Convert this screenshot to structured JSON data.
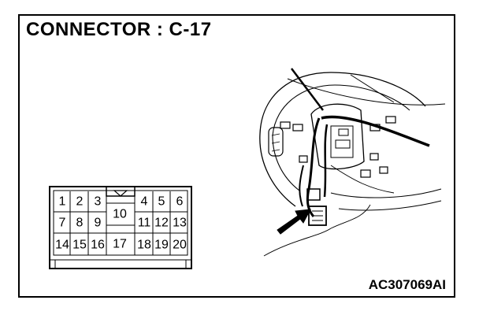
{
  "title": "CONNECTOR : C-17",
  "figure_code": "AC307069AI",
  "pins": {
    "p1": "1",
    "p2": "2",
    "p3": "3",
    "p4": "4",
    "p5": "5",
    "p6": "6",
    "p7": "7",
    "p8": "8",
    "p9": "9",
    "p10": "10",
    "p11": "11",
    "p12": "12",
    "p13": "13",
    "p14": "14",
    "p15": "15",
    "p16": "16",
    "p17": "17",
    "p18": "18",
    "p19": "19",
    "p20": "20"
  }
}
